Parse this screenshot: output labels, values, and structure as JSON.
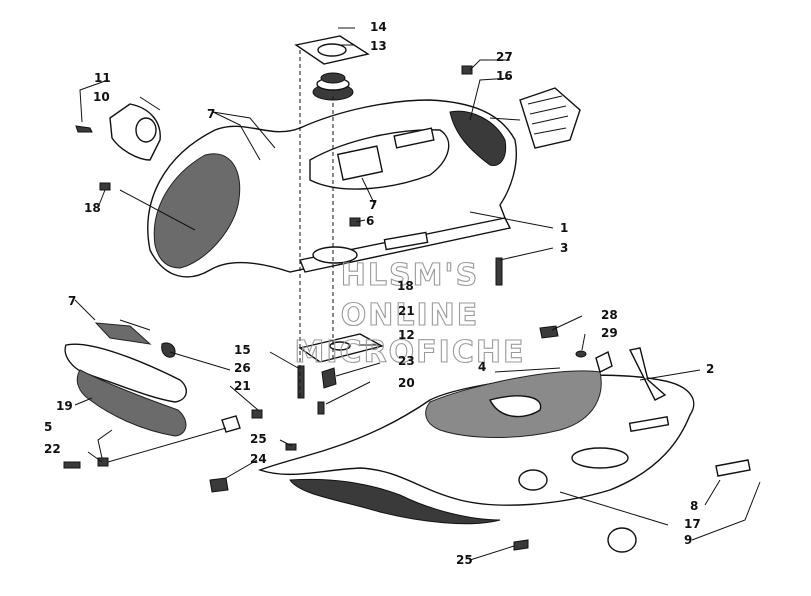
{
  "watermark": {
    "line1": "HLSM'S",
    "line2": "ONLINE",
    "line3": "MICROFICHE"
  },
  "callouts": {
    "n1": "1",
    "n2": "2",
    "n3": "3",
    "n4": "4",
    "n5": "5",
    "n6": "6",
    "n7a": "7",
    "n7b": "7",
    "n7c": "7",
    "n8": "8",
    "n9": "9",
    "n10": "10",
    "n11": "11",
    "n12": "12",
    "n13": "13",
    "n14": "14",
    "n15": "15",
    "n16": "16",
    "n17": "17",
    "n18a": "18",
    "n18b": "18",
    "n19": "19",
    "n20": "20",
    "n21a": "21",
    "n21b": "21",
    "n22": "22",
    "n23": "23",
    "n24": "24",
    "n25a": "25",
    "n25b": "25",
    "n26": "26",
    "n27": "27",
    "n28": "28",
    "n29": "29"
  }
}
